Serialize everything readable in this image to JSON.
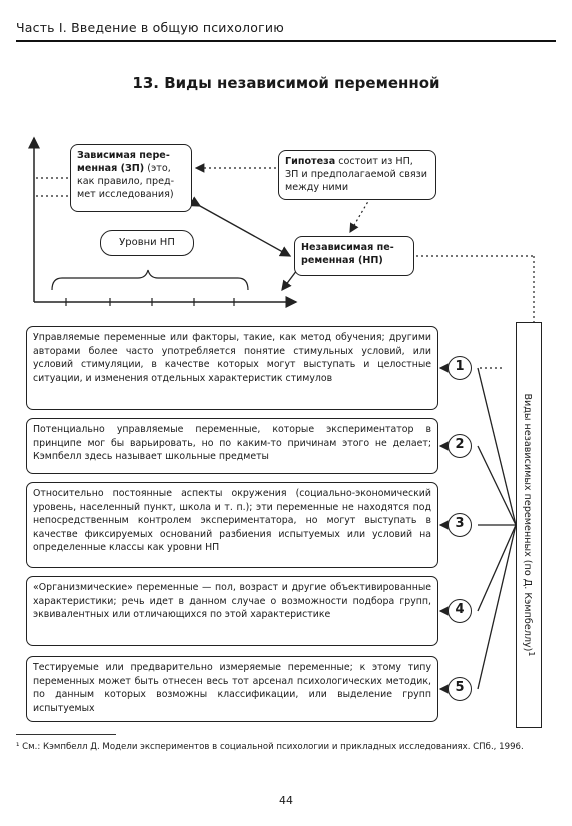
{
  "header": "Часть I. Введение в общую психологию",
  "title": "13. Виды независимой переменной",
  "dependent": {
    "term": "Зависимая пере-менная (ЗП)",
    "text": "(это, как правило, пред-мет исследования)"
  },
  "hypothesis": {
    "term": "Гипотеза",
    "text": "состоит из НП, ЗП и предполагаемой связи между ними"
  },
  "independent": {
    "term": "Независимая пе-ременная (НП)"
  },
  "levels_label": "Уровни НП",
  "vertical_label": "Виды независимых переменных (по Д. Кэмпбеллу)",
  "footnote_marker": "1",
  "categories": [
    {
      "num": "1",
      "text": "Управляемые переменные или факторы, такие, как метод обучения; другими авторами более часто употребляется понятие стимульных условий, или условий стимуляции, в качестве которых могут выступать и целостные ситуации, и изменения отдельных характеристик стимулов"
    },
    {
      "num": "2",
      "text": "Потенциально управляемые переменные, которые экспериментатор в принципе мог бы варьировать, но по каким-то причинам этого не делает; Кэмпбелл здесь называет школьные предметы"
    },
    {
      "num": "3",
      "text": "Относительно постоянные аспекты окружения (социально-экономический уровень, населенный пункт, школа и т. п.); эти переменные не находятся под непосредственным контролем экспериментатора, но могут выступать в качестве фиксируемых оснований разбиения испытуемых или условий на определенные классы как уровни НП"
    },
    {
      "num": "4",
      "text": "«Организмические» переменные — пол, возраст и другие объективированные характеристики; речь идет в данном случае о возможности подбора групп, эквивалентных или отличающихся по этой характеристике"
    },
    {
      "num": "5",
      "text": "Тестируемые или предварительно измеряемые переменные; к этому типу переменных может быть отнесен весь тот арсенал психологических методик, по данным которых возможны классификации, или выделение групп испытуемых"
    }
  ],
  "footnote": "¹ См.: Кэмпбелл Д. Модели экспериментов в социальной психологии и прикладных исследованиях. СПб., 1996.",
  "page_number": "44"
}
